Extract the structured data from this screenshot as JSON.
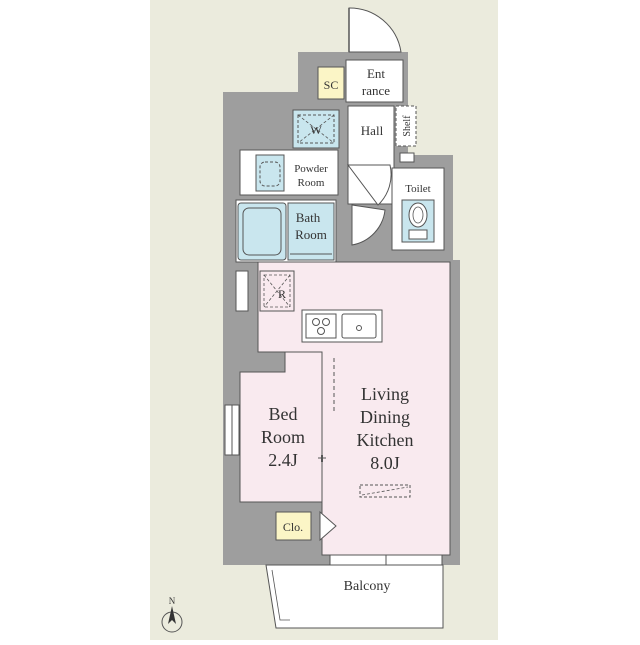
{
  "colors": {
    "page_bg": "#ebebdd",
    "wall": "#9e9e9e",
    "line": "#555555",
    "living_pink": "#f9eaef",
    "bed_pink": "#f9eaef",
    "bath_blue": "#c9e6ee",
    "storage_yellow": "#fbf5c6",
    "white": "#ffffff"
  },
  "rooms": {
    "sc": "SC",
    "entrance_1": "Ent",
    "entrance_2": "rance",
    "hall": "Hall",
    "shelf": "Shelf",
    "washer": "W",
    "powder_1": "Powder",
    "powder_2": "Room",
    "toilet": "Toilet",
    "bath_1": "Bath",
    "bath_2": "Room",
    "fridge": "R",
    "bed_1": "Bed",
    "bed_2": "Room",
    "bed_3": "2.4J",
    "ldk_1": "Living",
    "ldk_2": "Dining",
    "ldk_3": "Kitchen",
    "ldk_4": "8.0J",
    "closet": "Clo.",
    "balcony": "Balcony"
  },
  "compass": {
    "label": "N"
  }
}
